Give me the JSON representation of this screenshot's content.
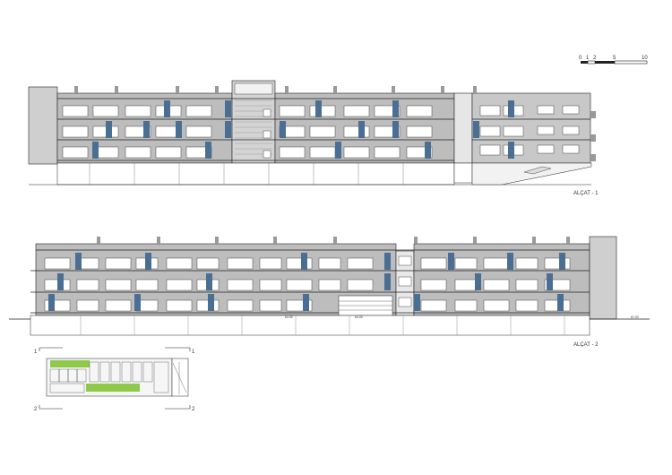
{
  "scale_bar": {
    "labels": [
      "0",
      "1",
      "2",
      "5",
      "10"
    ]
  },
  "elevation_1": {
    "title": "ALÇAT - 1"
  },
  "elevation_2": {
    "title": "ALÇAT - 2",
    "level_marks": [
      "64.00",
      "64.00",
      "67.00"
    ]
  },
  "key_plan": {
    "section_marks": [
      "1",
      "1",
      "2",
      "2"
    ]
  },
  "colors": {
    "line": "#222222",
    "facade": "#bdbdbd",
    "facade_dark": "#9a9a9a",
    "panel_blue": "#4a6f93",
    "green_zone": "#8fc94a"
  }
}
